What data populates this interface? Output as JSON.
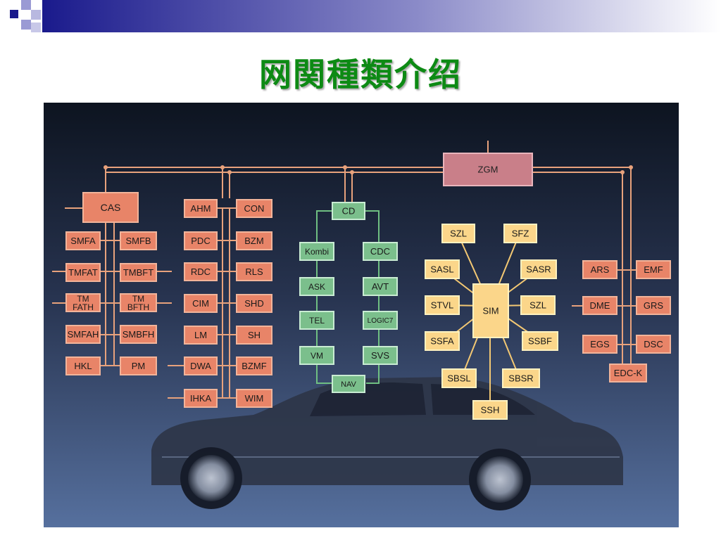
{
  "title": "网関種類介绍",
  "colors": {
    "panel_top": "#0d1420",
    "panel_bottom": "#56709e",
    "bus_line": "#e8a27c",
    "red_fill": "#e88468",
    "red_stroke": "#f2b49a",
    "green_fill": "#7bbf8c",
    "green_stroke": "#c9ecd3",
    "yellow_fill": "#fbd68a",
    "yellow_stroke": "#fff2c0",
    "zgm_fill": "#c97f89",
    "title_color": "#0d8a14"
  },
  "diagram": {
    "gateway": "ZGM",
    "left_group": {
      "head": "CAS",
      "pairs": [
        [
          "SMFA",
          "SMFB"
        ],
        [
          "TMFAT",
          "TMBFT"
        ],
        [
          "TM\nFATH",
          "TM\nBFTH"
        ],
        [
          "SMFAH",
          "SMBFH"
        ],
        [
          "HKL",
          "PM"
        ]
      ]
    },
    "mid_group": {
      "pairs": [
        [
          "AHM",
          "CON"
        ],
        [
          "PDC",
          "BZM"
        ],
        [
          "RDC",
          "RLS"
        ],
        [
          "CIM",
          "SHD"
        ],
        [
          "LM",
          "SH"
        ],
        [
          "DWA",
          "BZMF"
        ],
        [
          "IHKA",
          "WIM"
        ]
      ]
    },
    "most_group": {
      "head": "CD",
      "left": [
        "Kombi",
        "ASK",
        "TEL",
        "VM"
      ],
      "right": [
        "CDC",
        "AVT",
        "LOGIC7",
        "SVS"
      ],
      "bottom": "NAV"
    },
    "sim_group": {
      "center": "SIM",
      "nodes": [
        "SZL",
        "SFZ",
        "SASL",
        "SASR",
        "STVL",
        "SZL",
        "SSFA",
        "SSBF",
        "SBSL",
        "SBSR",
        "SSH"
      ]
    },
    "right_group": {
      "pairs": [
        [
          "ARS",
          "EMF"
        ],
        [
          "DME",
          "GRS"
        ],
        [
          "EGS",
          "DSC"
        ]
      ],
      "bottom": "EDC-K"
    }
  }
}
